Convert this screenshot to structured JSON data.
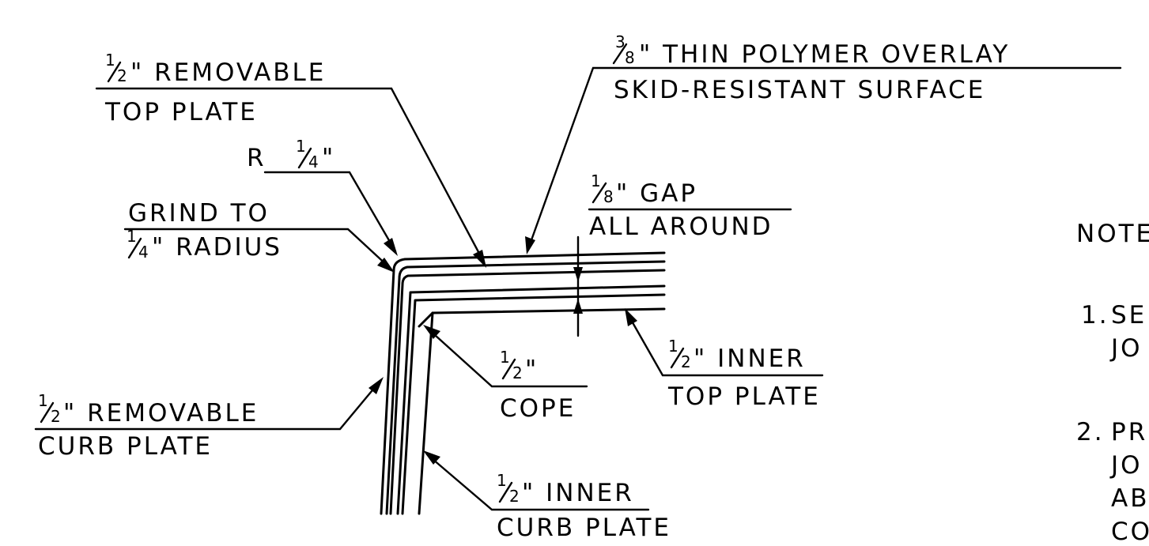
{
  "labels": {
    "overlay": {
      "frac_num": "3",
      "frac_den": "8",
      "line1_rest": "\" THIN POLYMER OVERLAY",
      "line2": "SKID-RESISTANT SURFACE"
    },
    "removable_top_plate": {
      "frac_num": "1",
      "frac_den": "2",
      "line1_rest": "\" REMOVABLE",
      "line2": "TOP PLATE"
    },
    "radius": {
      "prefix": "R ",
      "frac_num": "1",
      "frac_den": "4",
      "suffix": "\""
    },
    "gap": {
      "frac_num": "1",
      "frac_den": "8",
      "line1_rest": "\" GAP",
      "line2": "ALL AROUND"
    },
    "grind": {
      "line1": "GRIND TO",
      "frac_num": "1",
      "frac_den": "4",
      "line2_rest": "\" RADIUS"
    },
    "cope": {
      "frac_num": "1",
      "frac_den": "2",
      "line1_rest": "\"",
      "line2": "COPE"
    },
    "inner_top_plate": {
      "frac_num": "1",
      "frac_den": "2",
      "line1_rest": "\" INNER",
      "line2": "TOP PLATE"
    },
    "removable_curb_plate": {
      "frac_num": "1",
      "frac_den": "2",
      "line1_rest": "\" REMOVABLE",
      "line2": "CURB PLATE"
    },
    "inner_curb_plate": {
      "frac_num": "1",
      "frac_den": "2",
      "line1_rest": "\" INNER",
      "line2": "CURB PLATE"
    }
  },
  "notes": {
    "heading": "NOTE",
    "items": [
      {
        "number": "1.",
        "lines": [
          "SE",
          "JO"
        ]
      },
      {
        "number": "2.",
        "lines": [
          "PR",
          "JO",
          "AB",
          "CO"
        ]
      }
    ]
  }
}
